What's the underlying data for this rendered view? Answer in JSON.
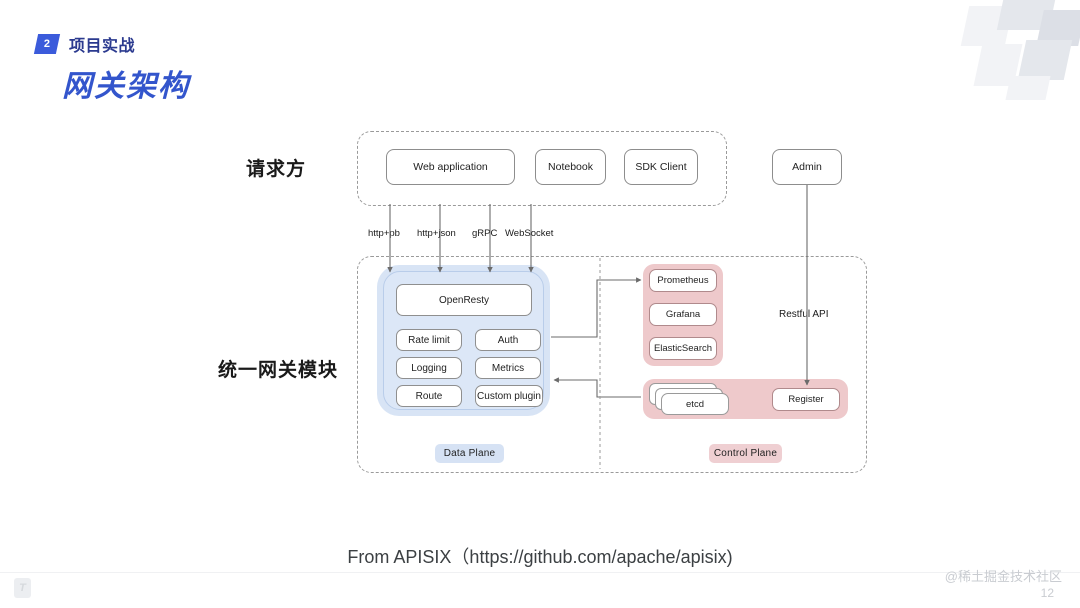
{
  "header": {
    "badge_number": "2",
    "section_label": "项目实战",
    "title": "网关架构"
  },
  "side_labels": {
    "requester": "请求方",
    "gateway": "统一网关模块"
  },
  "request_layer": {
    "nodes": [
      {
        "label": "Web application"
      },
      {
        "label": "Notebook"
      },
      {
        "label": "SDK Client"
      }
    ],
    "admin": "Admin"
  },
  "protocols": [
    {
      "label": "http+pb"
    },
    {
      "label": "http+json"
    },
    {
      "label": "gRPC"
    },
    {
      "label": "WebSocket"
    }
  ],
  "data_plane": {
    "primary": "OpenResty",
    "plugins": [
      "Rate limit",
      "Auth",
      "Logging",
      "Metrics",
      "Route",
      "Custom plugin"
    ],
    "pill": "Data Plane"
  },
  "control_plane": {
    "monitoring": [
      "Prometheus",
      "Grafana",
      "ElasticSearch"
    ],
    "storage": "etcd",
    "register": "Register",
    "pill": "Control Plane"
  },
  "edges": {
    "restful_api": "Restful API"
  },
  "caption": "From APISIX（https://github.com/apache/apisix)",
  "footer": {
    "watermark": "@稀土掘金技术社区",
    "page_number": "12",
    "logo_glyph": "T"
  },
  "colors": {
    "brand_blue": "#3355cc",
    "badge_blue": "#3b5bdb",
    "data_plane_blue": "#d8e4f5",
    "control_plane_pink": "#eec9cb",
    "stroke_gray": "#8d8d8d"
  }
}
